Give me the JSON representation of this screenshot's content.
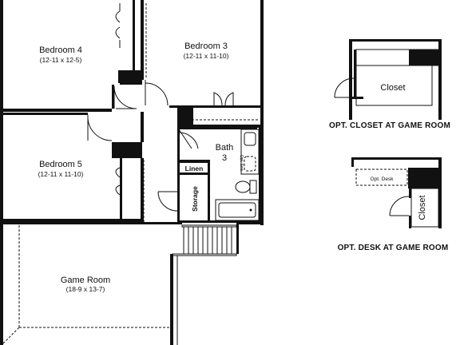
{
  "rooms": {
    "bedroom4": {
      "name": "Bedroom 4",
      "dims": "(12-11 x 12-5)"
    },
    "bedroom3": {
      "name": "Bedroom 3",
      "dims": "(12-11 x 11-10)"
    },
    "bedroom5": {
      "name": "Bedroom 5",
      "dims": "(12-11 x 11-10)"
    },
    "bath3": {
      "name_line1": "Bath",
      "name_line2": "3"
    },
    "game_room": {
      "name": "Game Room",
      "dims": "(18-9 x 13-7)"
    }
  },
  "fixtures": {
    "linen": "Linen",
    "storage": "Storage",
    "opt_sink": "Opt. Sink"
  },
  "options": {
    "closet": {
      "room_label": "Closet",
      "title": "OPT. CLOSET AT GAME ROOM"
    },
    "desk": {
      "desk_label": "Opt. Desk",
      "closet_label": "Closet",
      "title": "OPT. DESK AT GAME ROOM"
    }
  }
}
